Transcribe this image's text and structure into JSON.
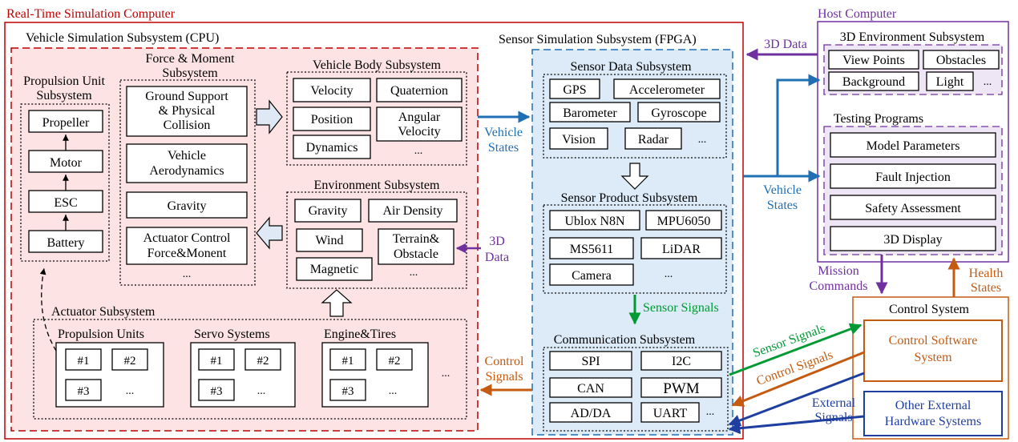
{
  "realtime": {
    "title": "Real-Time Simulation Computer",
    "vehicle": {
      "title": "Vehicle Simulation Subsystem (CPU)",
      "propulsion": {
        "title_line1": "Propulsion Unit",
        "title_line2": "Subsystem",
        "items": [
          "Propeller",
          "Motor",
          "ESC",
          "Battery"
        ]
      },
      "force": {
        "title_line1": "Force & Moment",
        "title_line2": "Subsystem",
        "ground": [
          "Ground Support",
          "& Physical",
          "Collision"
        ],
        "aero": [
          "Vehicle",
          "Aerodynamics"
        ],
        "gravity": "Gravity",
        "actuator": [
          "Actuator Control",
          "Force&Monent"
        ],
        "more": "..."
      },
      "body": {
        "title": "Vehicle Body Subsystem",
        "velocity": "Velocity",
        "quaternion": "Quaternion",
        "position": "Position",
        "angular": [
          "Angular",
          "Velocity"
        ],
        "dynamics": "Dynamics",
        "more": "..."
      },
      "env": {
        "title": "Environment Subsystem",
        "gravity": "Gravity",
        "air": "Air Density",
        "wind": "Wind",
        "terrain": [
          "Terrain&",
          "Obstacle"
        ],
        "magnetic": "Magnetic",
        "more": "..."
      },
      "actuator": {
        "title": "Actuator Subsystem",
        "groups": [
          {
            "label": "Propulsion Units",
            "items": [
              "#1",
              "#2",
              "#3",
              "..."
            ]
          },
          {
            "label": "Servo Systems",
            "items": [
              "#1",
              "#2",
              "#3",
              "..."
            ]
          },
          {
            "label": "Engine&Tires",
            "items": [
              "#1",
              "#2",
              "#3",
              "..."
            ]
          }
        ],
        "more": "..."
      }
    },
    "sensor": {
      "title": "Sensor Simulation Subsystem (FPGA)",
      "data": {
        "title": "Sensor Data Subsystem",
        "items": [
          "GPS",
          "Accelerometer",
          "Barometer",
          "Gyroscope",
          "Vision",
          "Radar"
        ],
        "more": "..."
      },
      "product": {
        "title": "Sensor Product Subsystem",
        "items": [
          "Ublox N8N",
          "MPU6050",
          "MS5611",
          "LiDAR",
          "Camera"
        ],
        "more": "..."
      },
      "comm": {
        "title": "Communication Subsystem",
        "items": [
          "SPI",
          "I2C",
          "CAN",
          "PWM",
          "AD/DA",
          "UART"
        ],
        "more": "..."
      }
    }
  },
  "host": {
    "title": "Host Computer",
    "env3d": {
      "title": "3D Environment Subsystem",
      "items": [
        "View Points",
        "Obstacles",
        "Background",
        "Light"
      ],
      "more": "..."
    },
    "testing": {
      "title": "Testing Programs",
      "items": [
        "Model Parameters",
        "Fault Injection",
        "Safety Assessment",
        "3D Display"
      ]
    }
  },
  "control": {
    "title": "Control System",
    "software": [
      "Control Software",
      "System"
    ],
    "other": [
      "Other External",
      "Hardware Systems"
    ]
  },
  "labels": {
    "data3d_top": "3D Data",
    "data3d_mid_1": "3D",
    "data3d_mid_2": "Data",
    "vehicle_states_1": "Vehicle",
    "vehicle_states_2": "States",
    "sensor_signals_internal": "Sensor Signals",
    "control_signals_left_1": "Control",
    "control_signals_left_2": "Signals",
    "mission_1": "Mission",
    "mission_2": "Commands",
    "health_1": "Health",
    "health_2": "States",
    "sensor_signals_ext": "Sensor Signals",
    "control_signals_ext": "Control Signals",
    "external_1": "External",
    "external_2": "Signals"
  },
  "colors": {
    "red": "#c00000",
    "purple": "#7030a0",
    "orange": "#c55a11",
    "blue": "#1f6fb4",
    "green": "#009933",
    "navy": "#1f3fa0",
    "pink_fill": "#fde3e3",
    "light_blue_fill": "#dcebf7",
    "lavender_fill": "#efe6f5"
  }
}
